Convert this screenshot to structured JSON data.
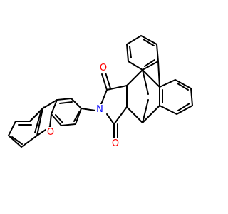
{
  "molecule": {
    "atoms": [
      {
        "id": "O1",
        "symbol": "O",
        "color": "#ff0000"
      },
      {
        "id": "O2",
        "symbol": "O",
        "color": "#ff0000"
      },
      {
        "id": "N1",
        "symbol": "N",
        "color": "#0000ff"
      },
      {
        "id": "O3",
        "symbol": "O",
        "color": "#ff0000"
      }
    ],
    "bond_color": "#000000"
  }
}
